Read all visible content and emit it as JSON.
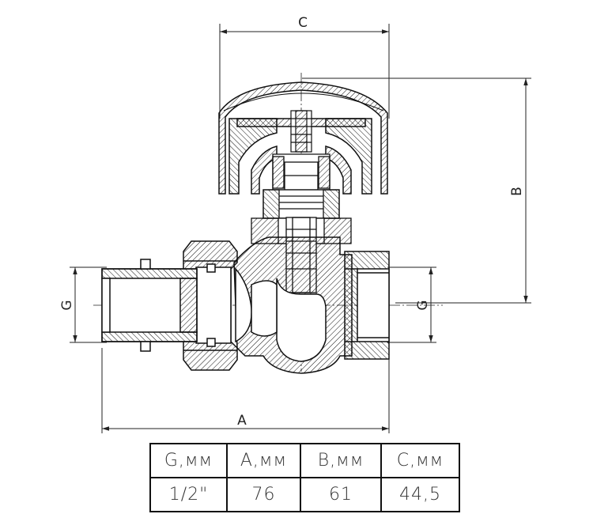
{
  "dimension_labels": {
    "a": "A",
    "b": "B",
    "c": "C",
    "g_left": "G",
    "g_right": "G"
  },
  "spec_table": {
    "headers": [
      "G,мм",
      "A,мм",
      "B,мм",
      "C,мм"
    ],
    "values": [
      "1/2\"",
      "76",
      "61",
      "44,5"
    ]
  }
}
